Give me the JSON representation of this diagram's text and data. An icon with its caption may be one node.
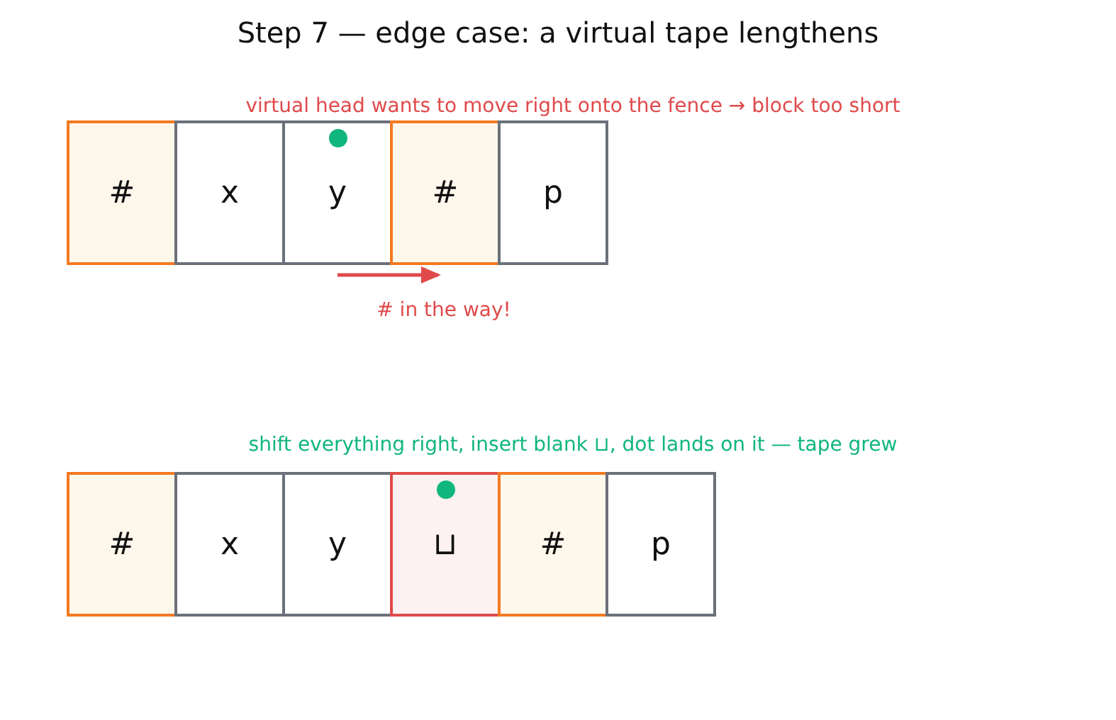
{
  "diagram": {
    "title": "Step 7 — edge case: a virtual tape lengthens",
    "nodes": [
      {
        "text": [
          "#"
        ]
      },
      {
        "text": [
          "x"
        ]
      },
      {
        "text": [
          "y"
        ]
      },
      {
        "text": [
          "#"
        ]
      },
      {
        "text": [
          "p"
        ]
      },
      {
        "text": [
          "#"
        ]
      },
      {
        "text": [
          "x"
        ]
      },
      {
        "text": [
          "y"
        ]
      },
      {
        "text": [
          "⊔"
        ]
      },
      {
        "text": [
          "#"
        ]
      },
      {
        "text": [
          "p"
        ]
      }
    ],
    "edges": [
      {
        "from": 2,
        "to": 3,
        "arrow": "to",
        "color": "#e04a4a"
      }
    ],
    "labels": [
      "virtual head wants to move right onto the fence → block too short",
      "# in the way!",
      "shift everything right, insert blank ⊔, dot lands on it — tape grew"
    ]
  }
}
